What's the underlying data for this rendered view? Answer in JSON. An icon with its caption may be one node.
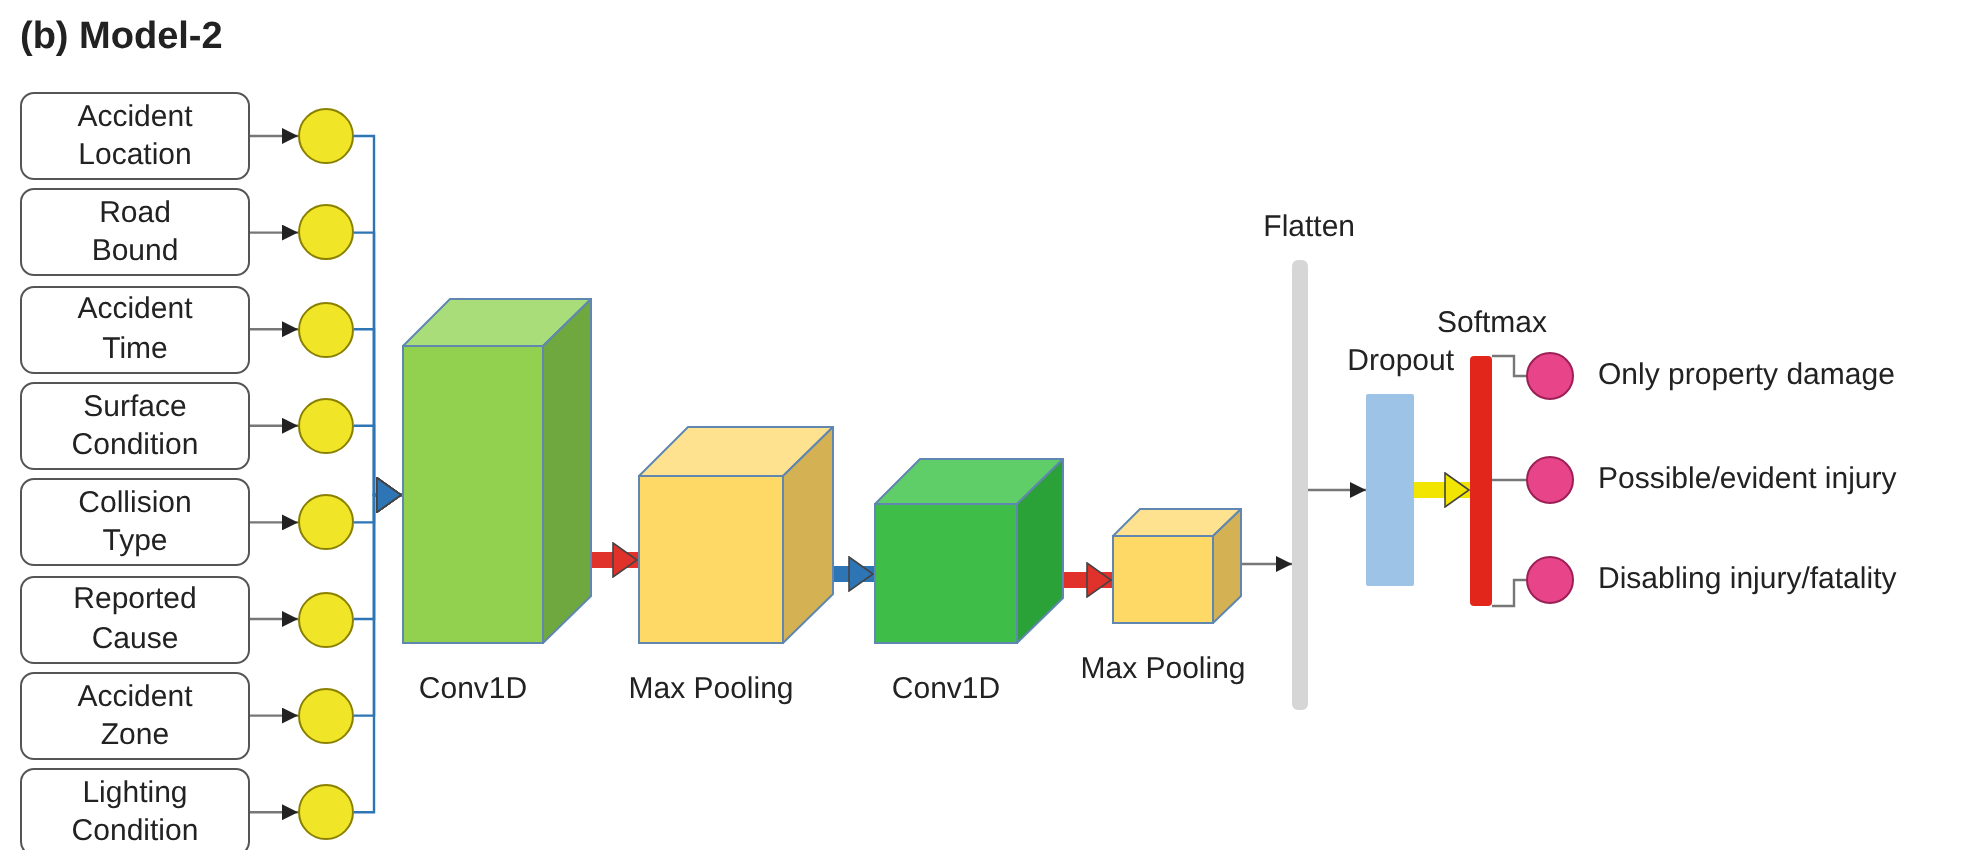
{
  "diagram": {
    "title": "(b) Model-2",
    "nodes": [
      {
        "text": [
          "Accident Location"
        ]
      },
      {
        "text": [
          "Road Bound"
        ]
      },
      {
        "text": [
          "Accident Time"
        ]
      },
      {
        "text": [
          "Surface Condition"
        ]
      },
      {
        "text": [
          "Collision Type"
        ]
      },
      {
        "text": [
          "Reported Cause"
        ]
      },
      {
        "text": [
          "Accident Zone"
        ]
      },
      {
        "text": [
          "Lighting Condition"
        ]
      },
      {
        "text": [],
        "shape": "circle"
      },
      {
        "text": [],
        "shape": "circle"
      },
      {
        "text": [],
        "shape": "circle"
      },
      {
        "text": [],
        "shape": "circle"
      },
      {
        "text": [],
        "shape": "circle"
      },
      {
        "text": [],
        "shape": "circle"
      },
      {
        "text": [],
        "shape": "circle"
      },
      {
        "text": [],
        "shape": "circle"
      },
      {
        "text": [
          "Conv1D"
        ]
      },
      {
        "text": [
          "Max Pooling"
        ]
      },
      {
        "text": [
          "Conv1D"
        ]
      },
      {
        "text": [
          "Max Pooling"
        ]
      },
      {
        "text": [
          "Flatten"
        ]
      },
      {
        "text": [
          "Dropout"
        ]
      },
      {
        "text": [
          "Softmax"
        ]
      },
      {
        "text": [],
        "shape": "circle",
        "beside": [
          "Only property damage"
        ]
      },
      {
        "text": [],
        "shape": "circle",
        "beside": [
          "Possible/evident injury"
        ]
      },
      {
        "text": [],
        "shape": "circle",
        "beside": [
          "Disabling injury/fatality"
        ]
      }
    ],
    "edges": [
      {
        "from": 0,
        "to": 8,
        "arrow": "to"
      },
      {
        "from": 1,
        "to": 9,
        "arrow": "to"
      },
      {
        "from": 2,
        "to": 10,
        "arrow": "to"
      },
      {
        "from": 3,
        "to": 11,
        "arrow": "to"
      },
      {
        "from": 4,
        "to": 12,
        "arrow": "to"
      },
      {
        "from": 5,
        "to": 13,
        "arrow": "to"
      },
      {
        "from": 6,
        "to": 14,
        "arrow": "to"
      },
      {
        "from": 7,
        "to": 15,
        "arrow": "to"
      },
      {
        "from": 8,
        "to": 16,
        "arrow": "to",
        "color": "#2e75b6"
      },
      {
        "from": 9,
        "to": 16,
        "arrow": "to",
        "color": "#2e75b6"
      },
      {
        "from": 10,
        "to": 16,
        "arrow": "to",
        "color": "#2e75b6"
      },
      {
        "from": 11,
        "to": 16,
        "arrow": "to",
        "color": "#2e75b6"
      },
      {
        "from": 12,
        "to": 16,
        "arrow": "to",
        "color": "#2e75b6"
      },
      {
        "from": 13,
        "to": 16,
        "arrow": "to",
        "color": "#2e75b6"
      },
      {
        "from": 14,
        "to": 16,
        "arrow": "to",
        "color": "#2e75b6"
      },
      {
        "from": 15,
        "to": 16,
        "arrow": "to",
        "color": "#2e75b6"
      },
      {
        "from": 16,
        "to": 17,
        "arrow": "to",
        "style": "thick",
        "color": "#e0322a"
      },
      {
        "from": 17,
        "to": 18,
        "arrow": "to",
        "style": "thick",
        "color": "#2e75b6"
      },
      {
        "from": 18,
        "to": 19,
        "arrow": "to",
        "style": "thick",
        "color": "#e0322a"
      },
      {
        "from": 19,
        "to": 20,
        "arrow": "to"
      },
      {
        "from": 20,
        "to": 21,
        "arrow": "to"
      },
      {
        "from": 21,
        "to": 22,
        "arrow": "to",
        "style": "thick",
        "color": "#f2e600"
      },
      {
        "from": 22,
        "to": 23,
        "arrow": "none"
      },
      {
        "from": 22,
        "to": 24,
        "arrow": "none"
      },
      {
        "from": 22,
        "to": 25,
        "arrow": "none"
      }
    ]
  }
}
